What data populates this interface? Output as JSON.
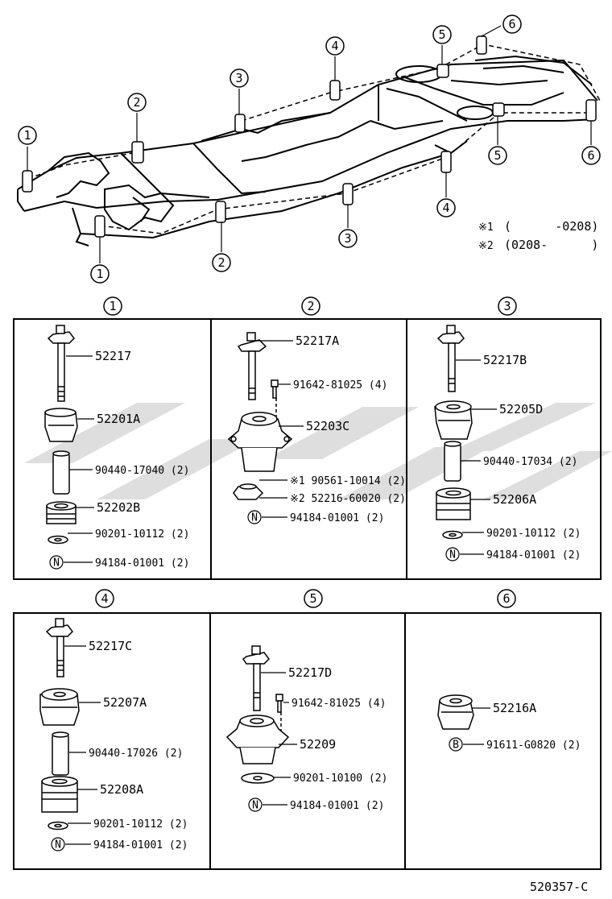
{
  "frame": {
    "callouts": [
      "1",
      "1",
      "2",
      "2",
      "3",
      "3",
      "4",
      "4",
      "5",
      "5",
      "6",
      "6"
    ],
    "notes": [
      {
        "mark": "※1",
        "text": "(      -0208)"
      },
      {
        "mark": "※2",
        "text": "(0208-      )"
      }
    ]
  },
  "panels": [
    {
      "num": "1",
      "parts": [
        {
          "text": "52217"
        },
        {
          "text": "52201A"
        },
        {
          "text": "90440-17040 (2)"
        },
        {
          "text": "52202B"
        },
        {
          "text": "90201-10112 (2)"
        },
        {
          "text": "94184-01001 (2)",
          "badge": "N"
        }
      ]
    },
    {
      "num": "2",
      "parts": [
        {
          "text": "52217A"
        },
        {
          "text": "91642-81025 (4)"
        },
        {
          "text": "52203C"
        },
        {
          "text": "※1 90561-10014 (2)"
        },
        {
          "text": "※2 52216-60020 (2)"
        },
        {
          "text": "94184-01001 (2)",
          "badge": "N"
        }
      ]
    },
    {
      "num": "3",
      "parts": [
        {
          "text": "52217B"
        },
        {
          "text": "52205D"
        },
        {
          "text": "90440-17034 (2)"
        },
        {
          "text": "52206A"
        },
        {
          "text": "90201-10112 (2)"
        },
        {
          "text": "94184-01001 (2)",
          "badge": "N"
        }
      ]
    },
    {
      "num": "4",
      "parts": [
        {
          "text": "52217C"
        },
        {
          "text": "52207A"
        },
        {
          "text": "90440-17026 (2)"
        },
        {
          "text": "52208A"
        },
        {
          "text": "90201-10112 (2)"
        },
        {
          "text": "94184-01001 (2)",
          "badge": "N"
        }
      ]
    },
    {
      "num": "5",
      "parts": [
        {
          "text": "52217D"
        },
        {
          "text": "91642-81025 (4)"
        },
        {
          "text": "52209"
        },
        {
          "text": "90201-10100 (2)"
        },
        {
          "text": "94184-01001 (2)",
          "badge": "N"
        }
      ]
    },
    {
      "num": "6",
      "parts": [
        {
          "text": "52216A"
        },
        {
          "text": "91611-G0820 (2)",
          "badge": "B"
        }
      ]
    }
  ],
  "footer": {
    "code": "520357-C"
  },
  "colors": {
    "ink": "#000000",
    "watermark": "#d8d8d8"
  }
}
